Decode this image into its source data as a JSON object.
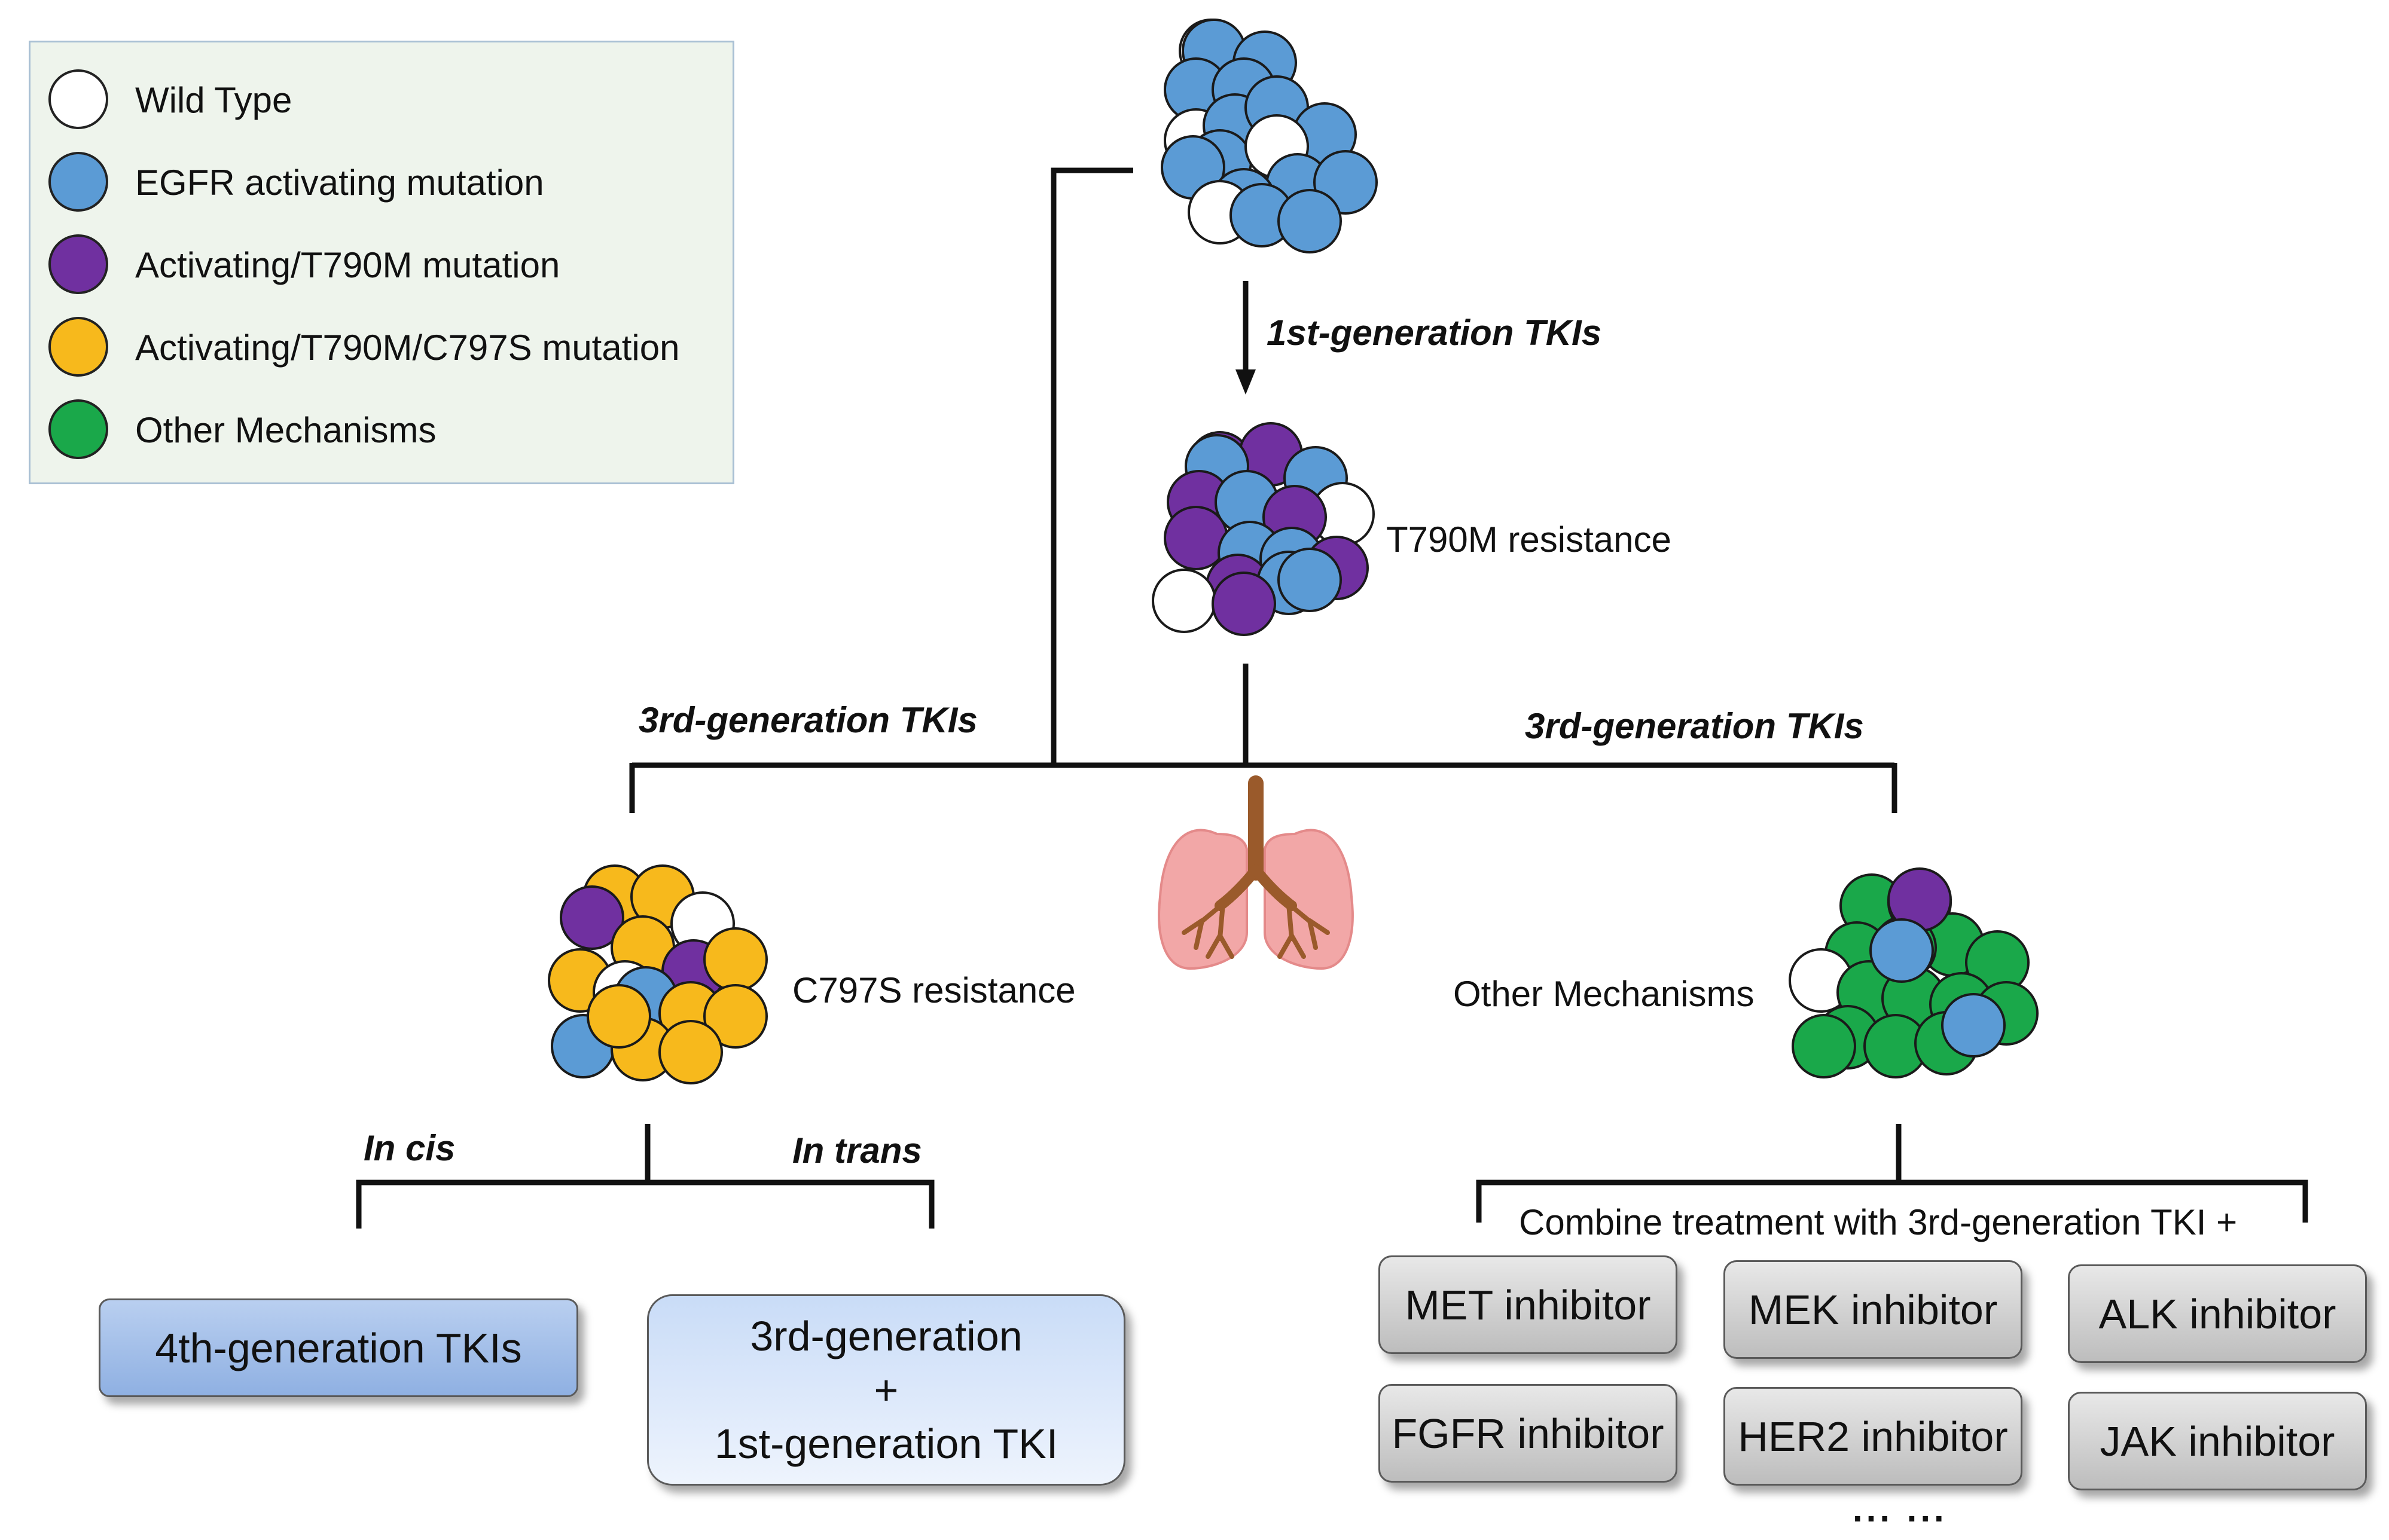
{
  "legend": {
    "items": [
      {
        "label": "Wild Type",
        "color": "#ffffff"
      },
      {
        "label": "EGFR activating mutation",
        "color": "#5b9bd5"
      },
      {
        "label": "Activating/T790M mutation",
        "color": "#7030a0"
      },
      {
        "label": "Activating/T790M/C797S mutation",
        "color": "#f7b91c"
      },
      {
        "label": "Other Mechanisms",
        "color": "#1aa84a"
      }
    ]
  },
  "labels": {
    "first_gen": "1st-generation TKIs",
    "t790m": "T790M resistance",
    "third_gen_left": "3rd-generation TKIs",
    "third_gen_right": "3rd-generation TKIs",
    "c797s": "C797S resistance",
    "other": "Other Mechanisms",
    "in_cis": "In cis",
    "in_trans": "In trans",
    "combine": "Combine treatment with 3rd-generation TKI +"
  },
  "boxes": {
    "fourth_gen": "4th-generation TKIs",
    "combo_line1": "3rd-generation",
    "combo_line2": "+",
    "combo_line3": "1st-generation TKI"
  },
  "inhibitors": [
    "MET inhibitor",
    "MEK inhibitor",
    "ALK inhibitor",
    "FGFR inhibitor",
    "HER2 inhibitor",
    "JAK inhibitor"
  ],
  "more": "... ...",
  "colors": {
    "wild": "#ffffff",
    "egfr": "#5b9bd5",
    "t790m": "#7030a0",
    "c797s": "#f7b91c",
    "other": "#1aa84a",
    "lung": "#f2a7a7",
    "bronchi": "#9a5a2b"
  }
}
